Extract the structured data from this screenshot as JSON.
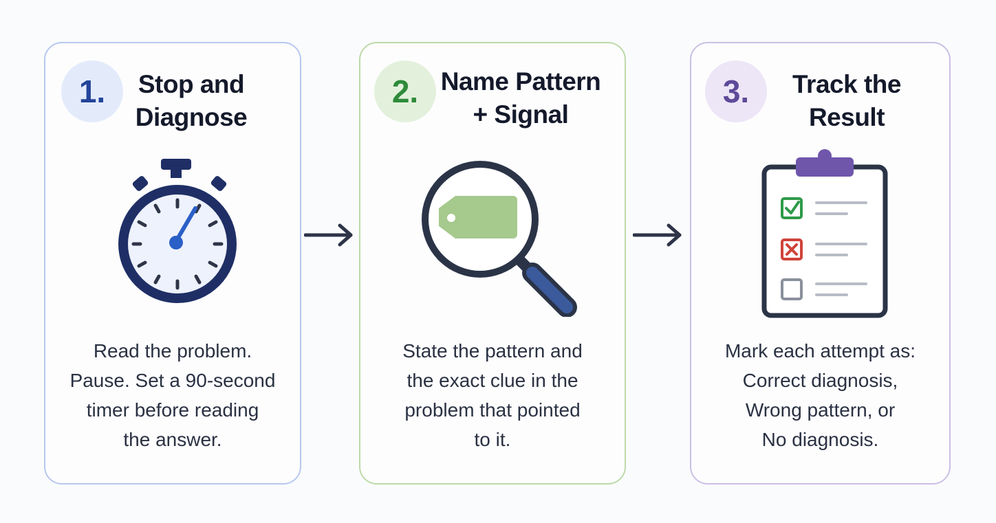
{
  "steps": [
    {
      "number": "1.",
      "title": [
        "Stop and",
        "Diagnose"
      ],
      "icon": "stopwatch-icon",
      "description": [
        "Read the problem.",
        "Pause. Set a 90-second",
        "timer before reading",
        "the answer."
      ],
      "accent": "#23449a",
      "border": "#b6c8ee"
    },
    {
      "number": "2.",
      "title": [
        "Name Pattern",
        "+ Signal"
      ],
      "icon": "magnifying-glass-tag-icon",
      "description": [
        "State the pattern and",
        "the exact clue in the",
        "problem that pointed",
        "to it."
      ],
      "accent": "#2e8b3a",
      "border": "#bcd9a8"
    },
    {
      "number": "3.",
      "title": [
        "Track the",
        "Result"
      ],
      "icon": "clipboard-checklist-icon",
      "description": [
        "Mark each attempt as:",
        "Correct diagnosis,",
        "Wrong pattern, or",
        "No diagnosis."
      ],
      "accent": "#5e4a99",
      "border": "#cbbfe4"
    }
  ],
  "connectors": [
    "arrow-right-icon",
    "arrow-right-icon"
  ]
}
